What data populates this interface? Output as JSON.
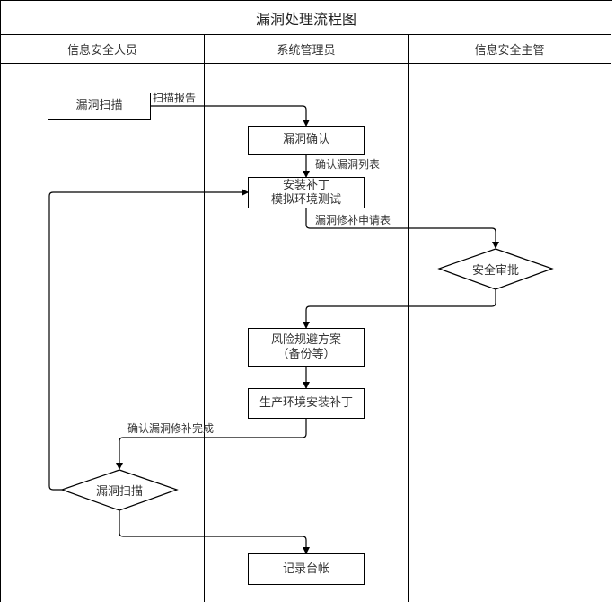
{
  "title": "漏洞处理流程图",
  "lanes": [
    {
      "label": "信息安全人员"
    },
    {
      "label": "系统管理员"
    },
    {
      "label": "信息安全主管"
    }
  ],
  "nodes": {
    "scan1": {
      "type": "process",
      "lines": [
        "漏洞扫描"
      ]
    },
    "confirm": {
      "type": "process",
      "lines": [
        "漏洞确认"
      ]
    },
    "install_test": {
      "type": "process",
      "lines": [
        "安装补丁",
        "模拟环境测试"
      ]
    },
    "approval": {
      "type": "decision",
      "lines": [
        "安全审批"
      ]
    },
    "risk_plan": {
      "type": "process",
      "lines": [
        "风险规避方案",
        "（备份等）"
      ]
    },
    "prod_install": {
      "type": "process",
      "lines": [
        "生产环境安装补丁"
      ]
    },
    "scan2": {
      "type": "decision",
      "lines": [
        "漏洞扫描"
      ]
    },
    "record": {
      "type": "process",
      "lines": [
        "记录台帐"
      ]
    }
  },
  "edges": [
    {
      "from": "scan1",
      "to": "confirm",
      "label": "扫描报告"
    },
    {
      "from": "confirm",
      "to": "install_test",
      "label": "确认漏洞列表"
    },
    {
      "from": "install_test",
      "to": "approval",
      "label": "漏洞修补申请表"
    },
    {
      "from": "approval",
      "to": "risk_plan",
      "label": ""
    },
    {
      "from": "risk_plan",
      "to": "prod_install",
      "label": ""
    },
    {
      "from": "prod_install",
      "to": "scan2",
      "label": "确认漏洞修补完成"
    },
    {
      "from": "scan2",
      "to": "install_test",
      "label": ""
    },
    {
      "from": "scan2",
      "to": "record",
      "label": ""
    }
  ]
}
